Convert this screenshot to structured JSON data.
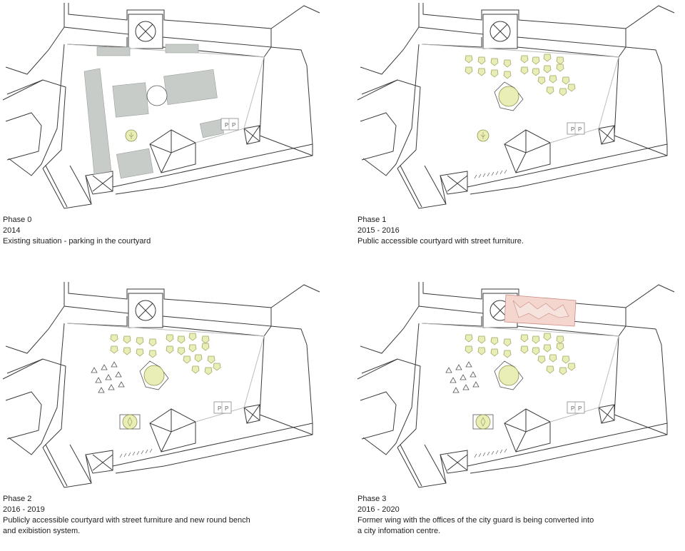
{
  "panels": [
    {
      "phase": "Phase 0",
      "years": "2014",
      "lines": [
        "Existing situation - parking in the courtyard"
      ]
    },
    {
      "phase": "Phase 1",
      "years": "2015 - 2016",
      "lines": [
        "Public accessible courtyard with street furniture."
      ]
    },
    {
      "phase": "Phase 2",
      "years": "2016 - 2019",
      "lines": [
        "Publicly accessible courtyard with street furniture and new round bench",
        "and exibistion system."
      ]
    },
    {
      "phase": "Phase 3",
      "years": "2016 - 2020",
      "lines": [
        "Former wing with the offices of the city guard is being converted into",
        "a city infomation centre."
      ]
    }
  ],
  "colors": {
    "outline": "#3a3a3a",
    "parking": "#c8ccc8",
    "furniture": "#e9edb6",
    "furniture_stroke": "#a3a763",
    "conversion": "#f4d6cf",
    "conversion_stroke": "#c98a80"
  }
}
